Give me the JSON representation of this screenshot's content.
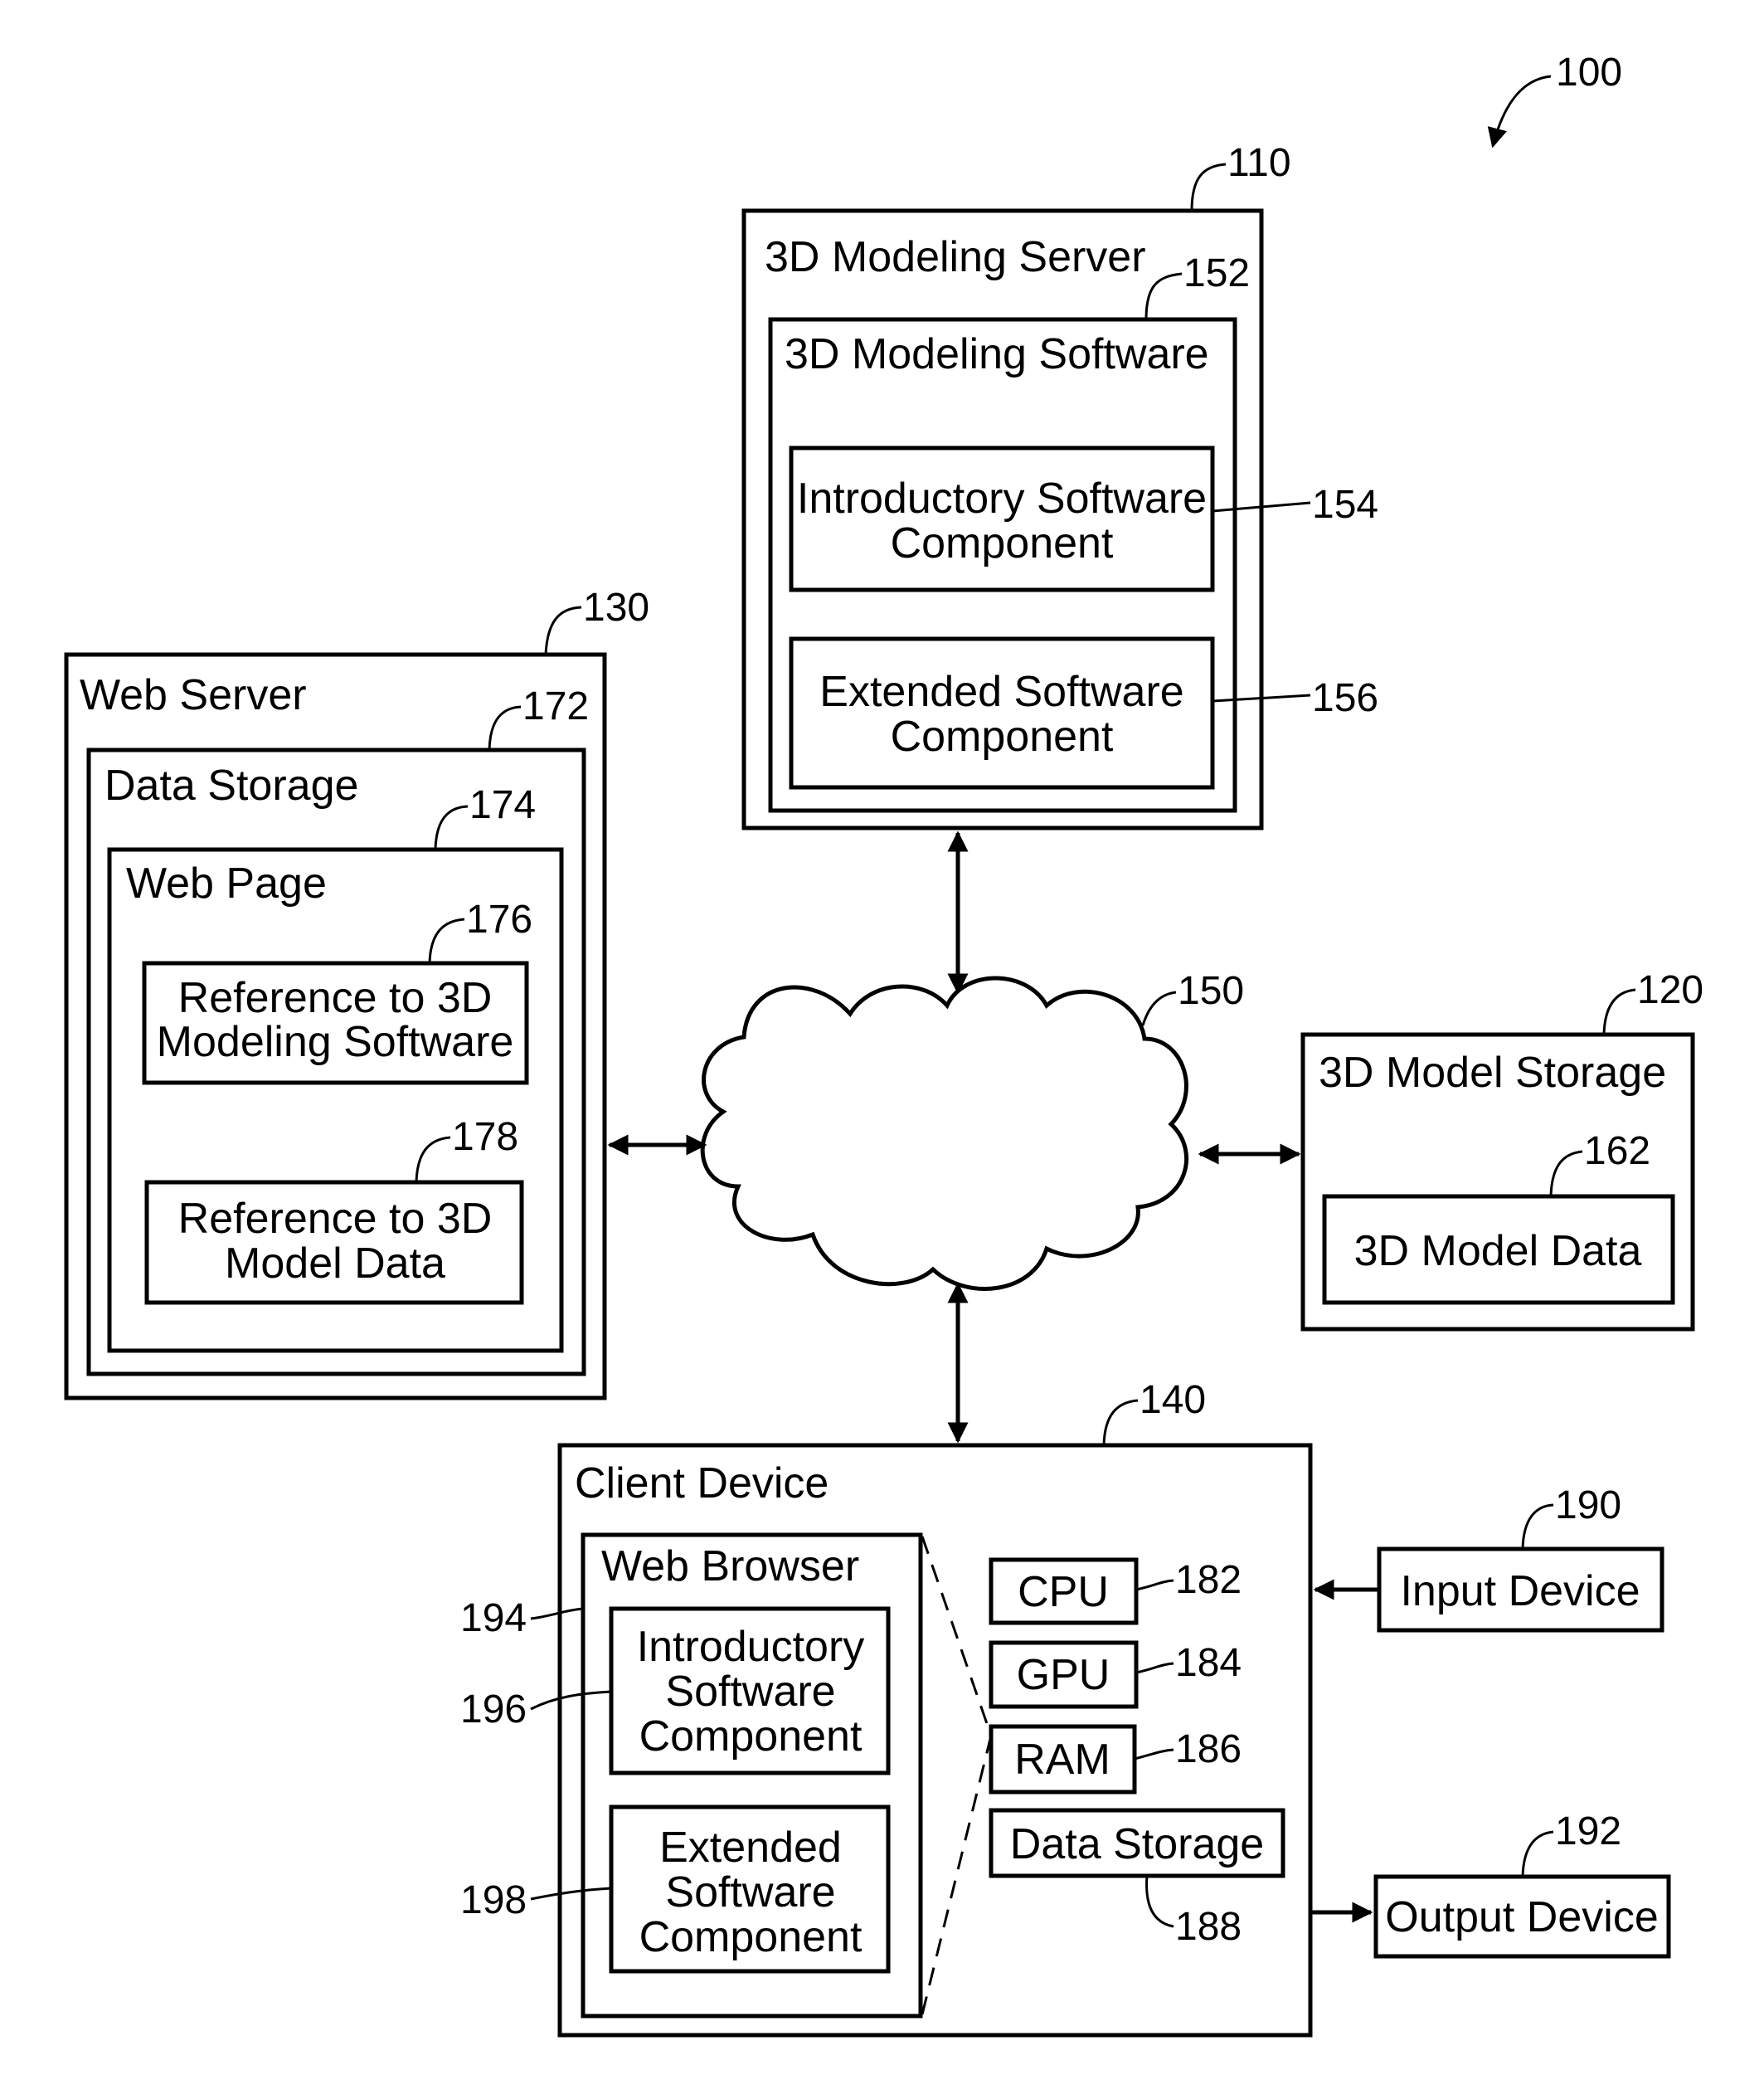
{
  "figure_ref": "100",
  "modeling_server": {
    "ref": "110",
    "title": "3D Modeling Server",
    "software": {
      "ref": "152",
      "title": "3D Modeling Software",
      "intro": {
        "ref": "154",
        "line1": "Introductory Software",
        "line2": "Component"
      },
      "extended": {
        "ref": "156",
        "line1": "Extended Software",
        "line2": "Component"
      }
    }
  },
  "web_server": {
    "ref": "130",
    "title": "Web Server",
    "data_storage": {
      "ref": "172",
      "title": "Data Storage",
      "web_page": {
        "ref": "174",
        "title": "Web Page",
        "ref_software": {
          "ref": "176",
          "line1": "Reference to 3D",
          "line2": "Modeling Software"
        },
        "ref_model": {
          "ref": "178",
          "line1": "Reference to 3D",
          "line2": "Model Data"
        }
      }
    }
  },
  "network": {
    "ref": "150"
  },
  "model_storage": {
    "ref": "120",
    "title": "3D Model Storage",
    "model_data": {
      "ref": "162",
      "title": "3D Model Data"
    }
  },
  "client": {
    "ref": "140",
    "title": "Client Device",
    "browser": {
      "ref": "194",
      "title": "Web Browser",
      "intro": {
        "ref": "196",
        "line1": "Introductory",
        "line2": "Software",
        "line3": "Component"
      },
      "extended": {
        "ref": "198",
        "line1": "Extended",
        "line2": "Software",
        "line3": "Component"
      }
    },
    "cpu": {
      "ref": "182",
      "title": "CPU"
    },
    "gpu": {
      "ref": "184",
      "title": "GPU"
    },
    "ram": {
      "ref": "186",
      "title": "RAM"
    },
    "storage": {
      "ref": "188",
      "title": "Data Storage"
    }
  },
  "input_device": {
    "ref": "190",
    "title": "Input Device"
  },
  "output_device": {
    "ref": "192",
    "title": "Output Device"
  }
}
